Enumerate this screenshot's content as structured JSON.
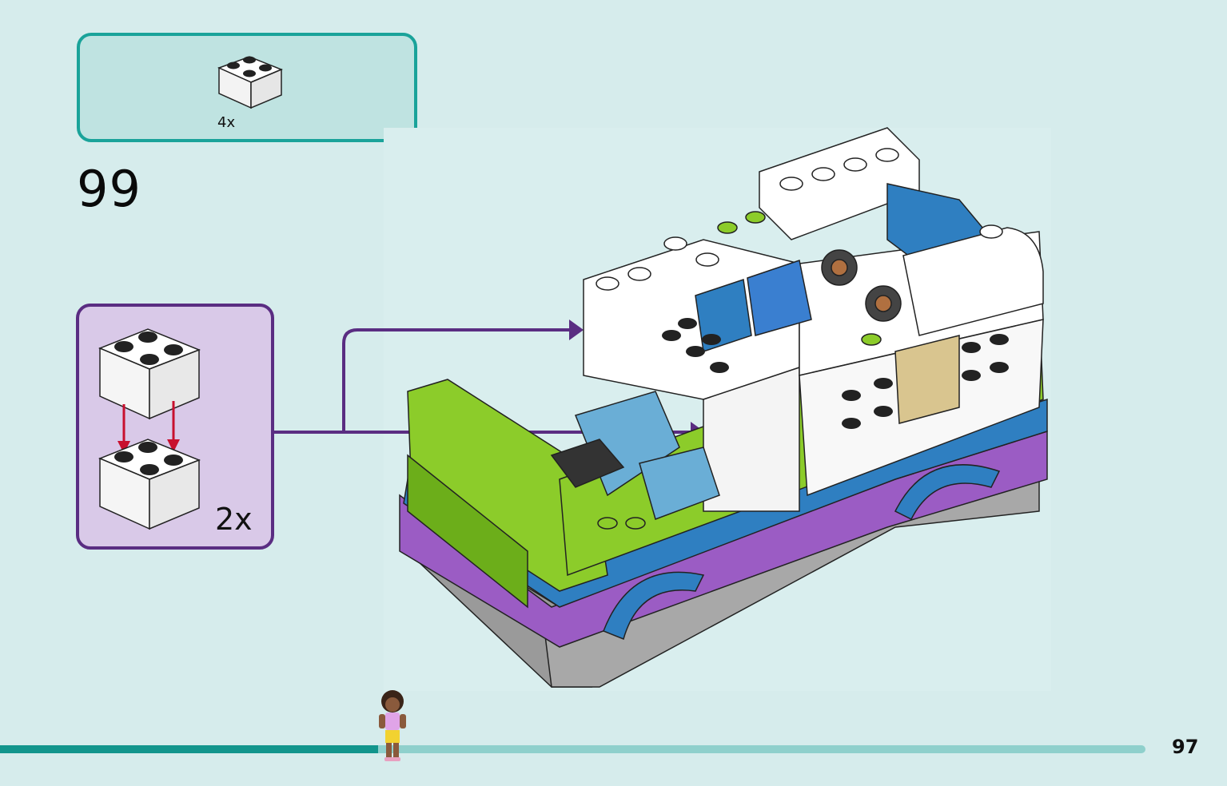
{
  "parts_box": {
    "quantity": "4x",
    "color": "#bfe3e1",
    "border": "#1aa39a",
    "part_icon": "white-2x2-brick-icon"
  },
  "step": {
    "number": "99"
  },
  "submodel": {
    "quantity": "2x",
    "color": "#d9c9e8",
    "border": "#5a2d82",
    "arrow_color": "#c8102e"
  },
  "assembly": {
    "subject": "camper-van-model",
    "arrow_color": "#5a2d82"
  },
  "progress": {
    "fraction": 0.33,
    "track_color": "#8fd0cc",
    "fill_color": "#12958c"
  },
  "page": {
    "number": "97"
  },
  "colors": {
    "background": "#d6ecec",
    "lime": "#8ccc2a",
    "purple": "#9b5cc4",
    "blue": "#2f7fc1",
    "white": "#ffffff"
  }
}
